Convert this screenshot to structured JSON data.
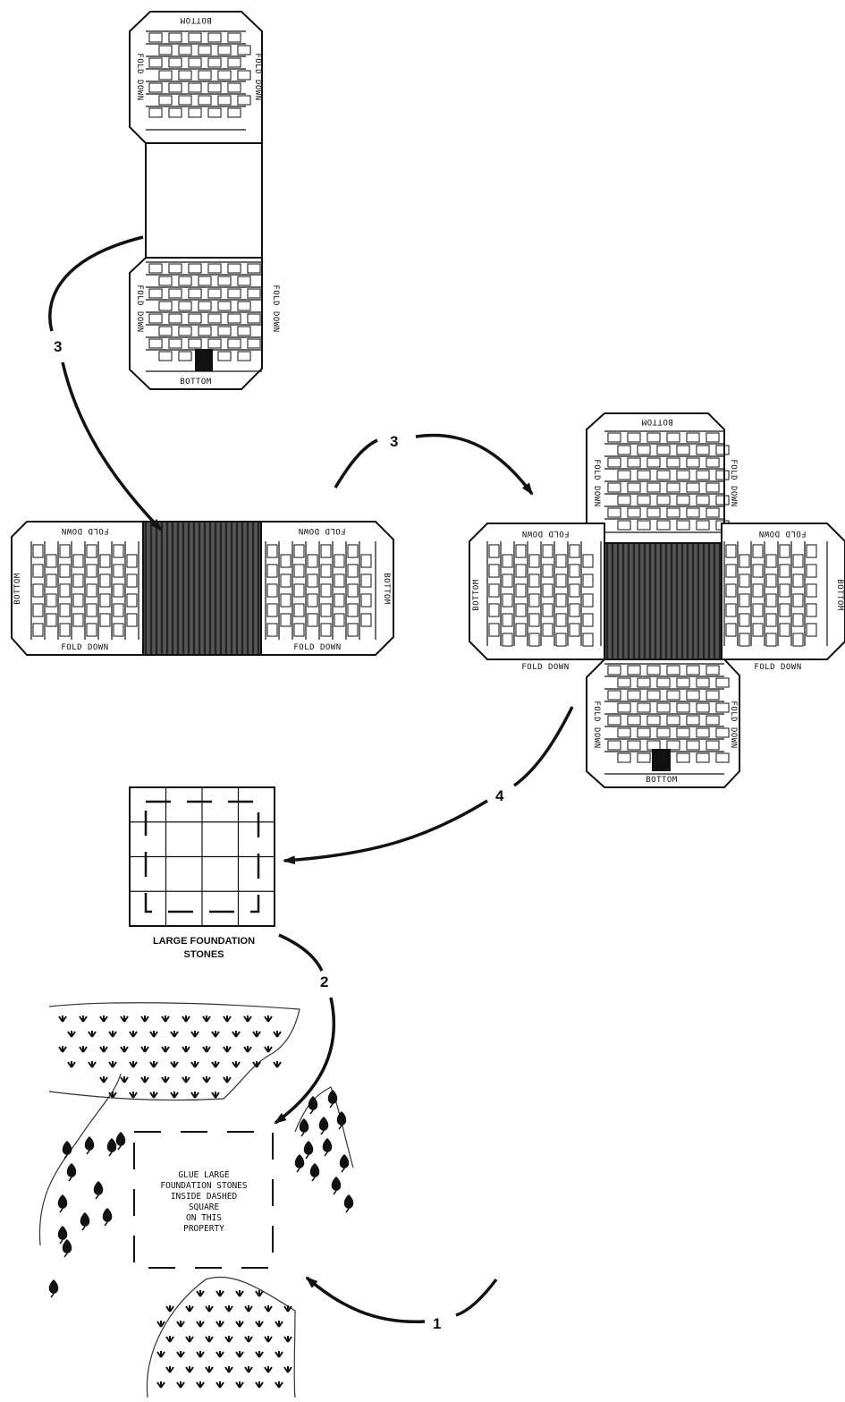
{
  "labels": {
    "bottom": "BOTTOM",
    "fold_down": "FOLD DOWN"
  },
  "steps": {
    "one": "1",
    "two": "2",
    "three_a": "3",
    "three_b": "3",
    "four": "4"
  },
  "stones_caption": {
    "line1": "LARGE FOUNDATION",
    "line2": "STONES"
  },
  "property_note": [
    "GLUE LARGE",
    "FOUNDATION STONES",
    "INSIDE DASHED",
    "SQUARE",
    "ON THIS",
    "PROPERTY"
  ],
  "colors": {
    "ink": "#111111",
    "paper": "#ffffff",
    "base_fill": "#555555"
  },
  "icons": [
    "tree-icon",
    "bush-icon",
    "arrow-icon"
  ]
}
